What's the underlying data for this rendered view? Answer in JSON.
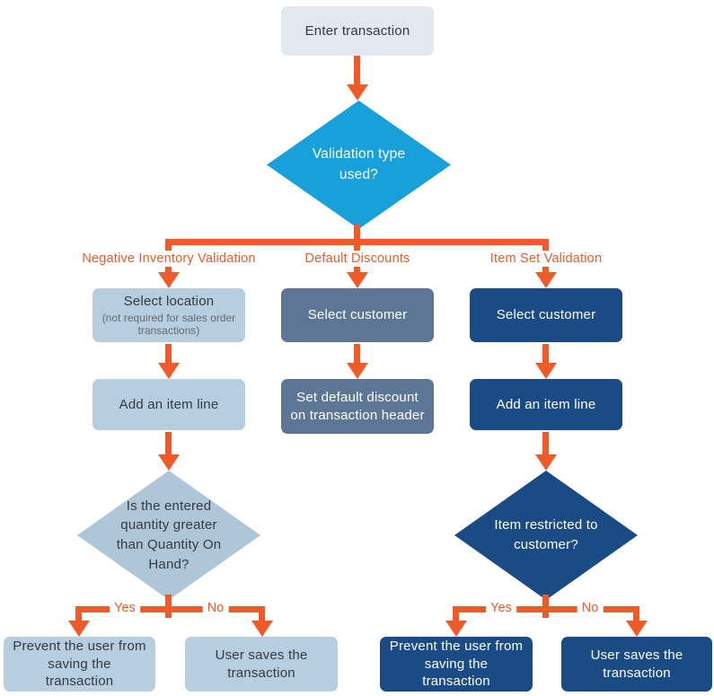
{
  "colors": {
    "arrow_orange": "#F05A28",
    "decision_blue": "#18A0DB",
    "light_box": "#B7CEE0",
    "light_diamond": "#AEC6D7",
    "slate_box": "#5E7695",
    "navy_box": "#1A4B85",
    "start_box": "#E1E8EF",
    "dark_text": "#343A40",
    "note_text": "#62686E"
  },
  "flow": {
    "start": "Enter transaction",
    "main_decision": "Validation type used?",
    "columns": [
      {
        "branch_label": "Negative Inventory Validation",
        "step1": "Select location",
        "step1_note": "(not required for sales order transactions)",
        "step2": "Add an item line",
        "decision": "Is the entered quantity greater than Quantity On Hand?",
        "yes_label": "Yes",
        "no_label": "No",
        "yes_outcome": "Prevent the user from saving the transaction",
        "no_outcome": "User saves the transaction"
      },
      {
        "branch_label": "Default Discounts",
        "step1": "Select customer",
        "step2": "Set default discount on transaction header"
      },
      {
        "branch_label": "Item Set Validation",
        "step1": "Select customer",
        "step2": "Add an item line",
        "decision": "Item restricted to customer?",
        "yes_label": "Yes",
        "no_label": "No",
        "yes_outcome": "Prevent the user from saving the transaction",
        "no_outcome": "User saves the transaction"
      }
    ]
  }
}
